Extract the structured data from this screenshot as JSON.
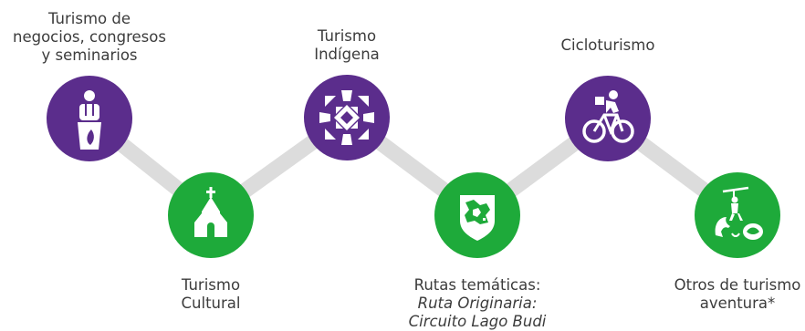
{
  "colors": {
    "purple": "#5b2d8c",
    "green": "#1eaa3a",
    "connector": "#dcdcdc",
    "text": "#3c3c3c"
  },
  "nodes": [
    {
      "id": "negocios",
      "color": "purple",
      "icon": "businessman-drink-icon",
      "label_lines": [
        "Turismo de",
        "negocios, congresos",
        "y seminarios"
      ],
      "italic_lines": []
    },
    {
      "id": "cultural",
      "color": "green",
      "icon": "church-icon",
      "label_lines": [
        "Turismo",
        "Cultural"
      ],
      "italic_lines": []
    },
    {
      "id": "indigena",
      "color": "purple",
      "icon": "indigenous-cross-icon",
      "label_lines": [
        "Turismo",
        "Indígena"
      ],
      "italic_lines": []
    },
    {
      "id": "rutas",
      "color": "green",
      "icon": "region-map-shield-icon",
      "label_lines": [
        "Rutas temáticas:"
      ],
      "italic_lines": [
        "Ruta Originaria:",
        "Circuito Lago Budi"
      ]
    },
    {
      "id": "ciclo",
      "color": "purple",
      "icon": "cyclist-icon",
      "label_lines": [
        "Cicloturismo"
      ],
      "italic_lines": []
    },
    {
      "id": "aventura",
      "color": "green",
      "icon": "adventure-zipline-dolphin-icon",
      "label_lines": [
        "Otros de turismo",
        "aventura*"
      ],
      "italic_lines": []
    }
  ]
}
